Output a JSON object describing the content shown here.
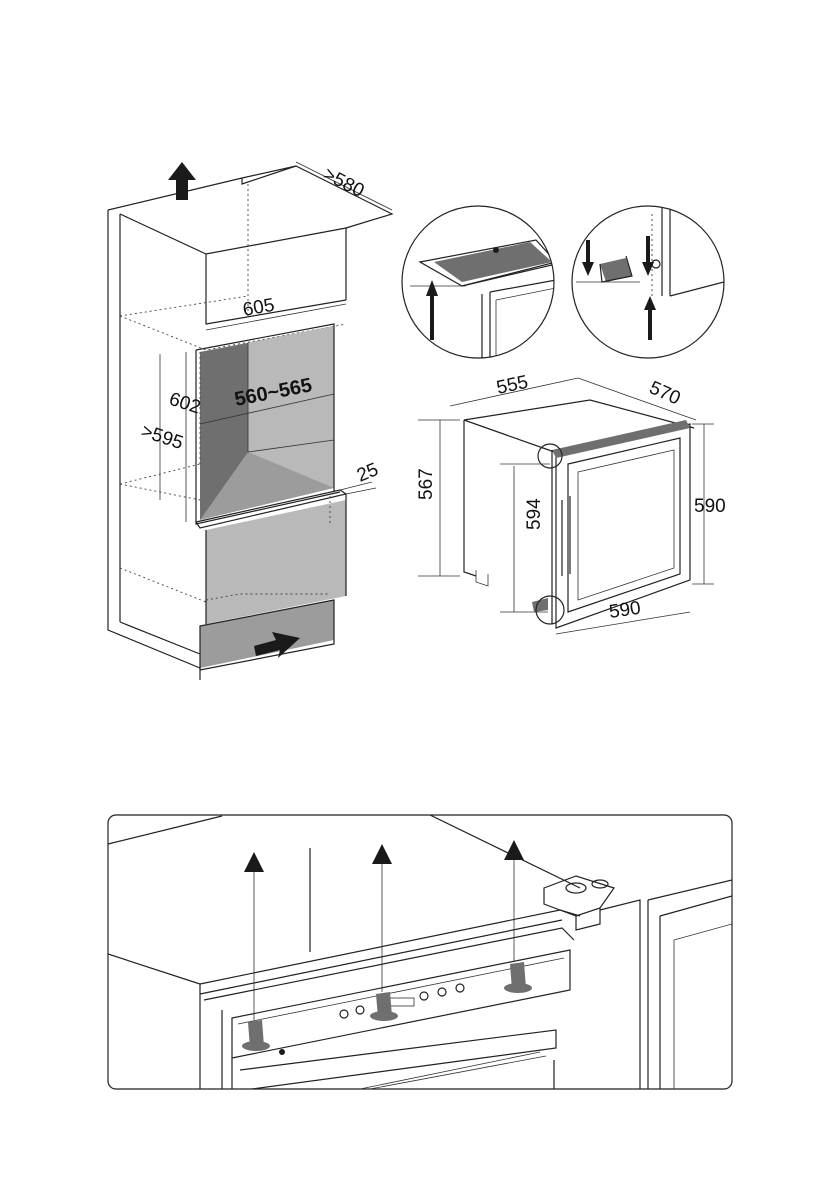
{
  "niche": {
    "ventilation_depth": ">580",
    "width": "605",
    "inner_width": "560~565",
    "height_inner": "602",
    "height_min": ">595",
    "plinth": "25"
  },
  "appliance": {
    "width": "555",
    "depth": "570",
    "cabinet_height": "567",
    "door_height": "594",
    "total_height": "590",
    "door_width": "590"
  },
  "colors": {
    "line": "#222222",
    "cavity": "#9c9c9c",
    "cavity_dark": "#6f6f6f"
  },
  "icons": [
    "up-arrow-icon",
    "airflow-arrow-icon",
    "screw-icon"
  ]
}
